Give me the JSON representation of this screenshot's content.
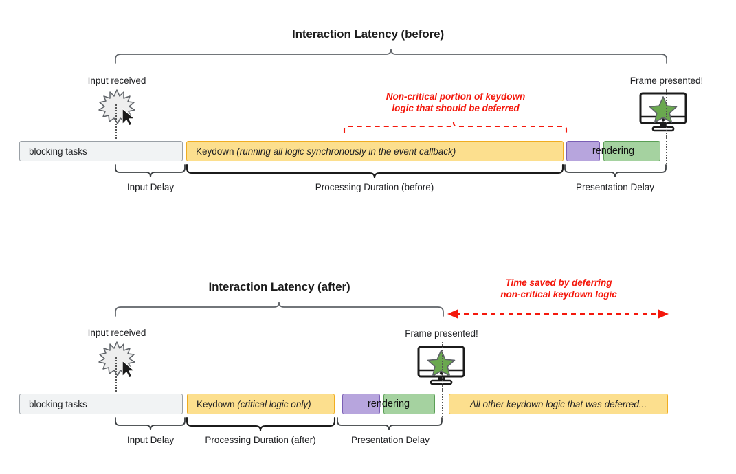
{
  "diagram": {
    "title_before": "Interaction Latency (before)",
    "title_after": "Interaction Latency (after)",
    "accent_red": "#f4180c",
    "color_keydown": "#fcdf8e",
    "color_purple": "#b7a5dd",
    "color_green": "#a5d2a0",
    "color_blocking": "#f1f3f4"
  },
  "before": {
    "title": "Interaction Latency (before)",
    "input_received_label": "Input received",
    "frame_presented_label": "Frame presented!",
    "annotation": "Non-critical portion of keydown\nlogic that should be deferred",
    "bars": {
      "blocking": "blocking tasks",
      "keydown_prefix": "Keydown ",
      "keydown_italic": "(running all logic synchronously in the event callback)",
      "rendering": "rendering"
    },
    "phases": {
      "input_delay": "Input Delay",
      "processing_duration": "Processing Duration (before)",
      "presentation_delay": "Presentation Delay"
    }
  },
  "after": {
    "title": "Interaction Latency (after)",
    "input_received_label": "Input received",
    "frame_presented_label": "Frame presented!",
    "annotation": "Time saved by deferring\nnon-critical keydown logic",
    "bars": {
      "blocking": "blocking tasks",
      "keydown_prefix": "Keydown ",
      "keydown_italic": "(critical logic only)",
      "rendering": "rendering",
      "deferred": "All other keydown logic that was deferred..."
    },
    "phases": {
      "input_delay": "Input Delay",
      "processing_duration": "Processing Duration (after)",
      "presentation_delay": "Presentation Delay"
    }
  }
}
